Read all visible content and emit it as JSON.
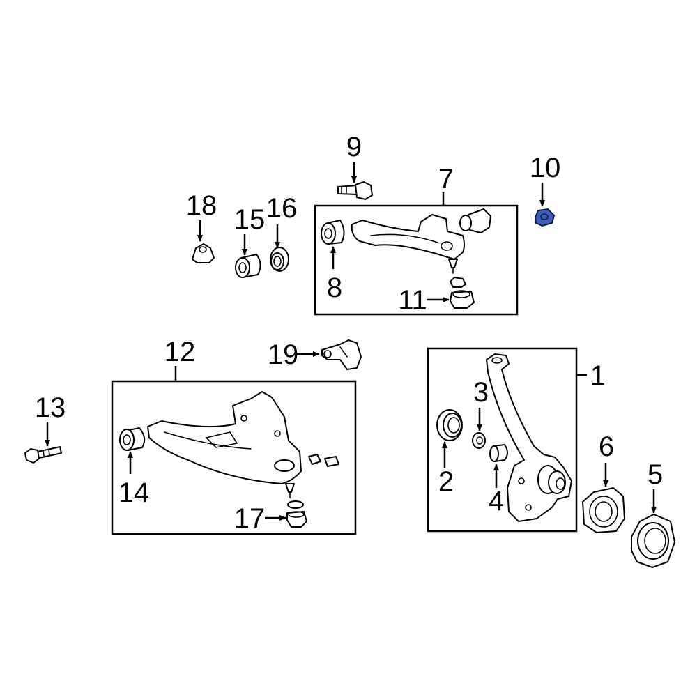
{
  "highlight_color": "#3d5fb8",
  "callouts": {
    "c1": "1",
    "c2": "2",
    "c3": "3",
    "c4": "4",
    "c5": "5",
    "c6": "6",
    "c7": "7",
    "c8": "8",
    "c9": "9",
    "c10": "10",
    "c11": "11",
    "c12": "12",
    "c13": "13",
    "c14": "14",
    "c15": "15",
    "c16": "16",
    "c17": "17",
    "c18": "18",
    "c19": "19"
  }
}
